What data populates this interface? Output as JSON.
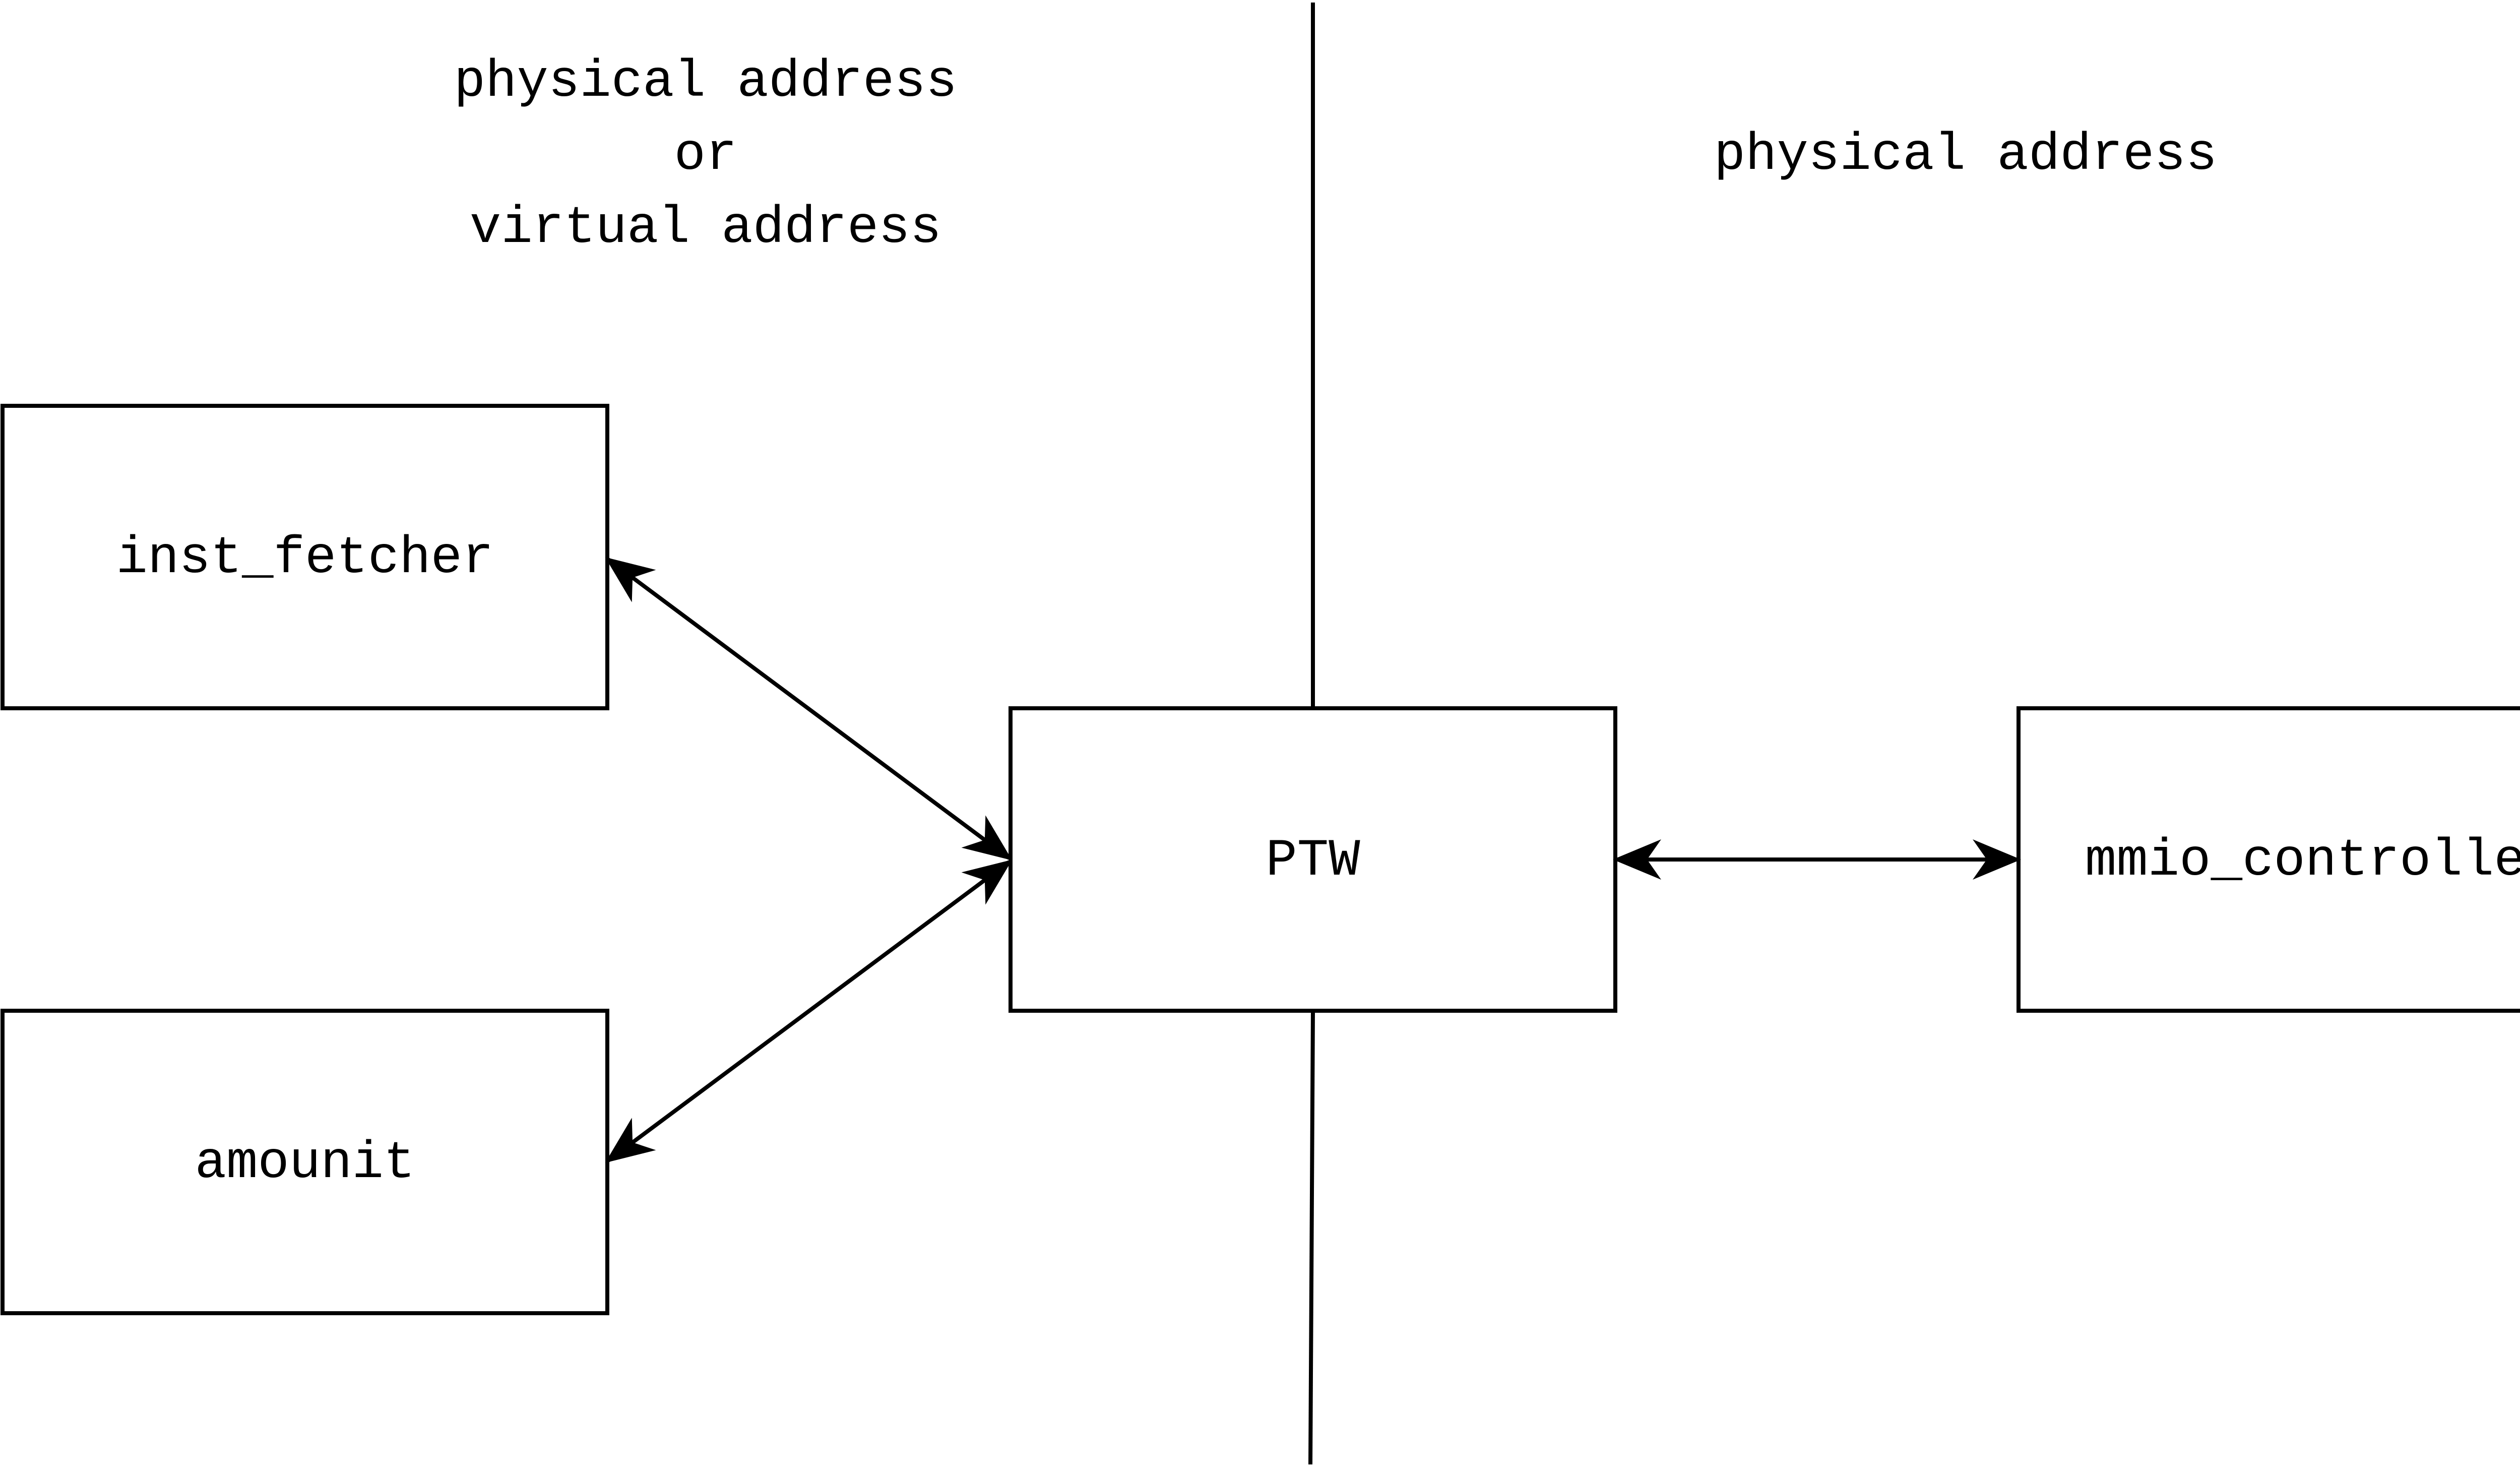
{
  "regions": {
    "left_line1": "physical address",
    "left_line2": "or",
    "left_line3": "virtual address",
    "right": "physical address"
  },
  "blocks": {
    "inst_fetcher": "inst_fetcher",
    "amounit": "amounit",
    "ptw": "PTW",
    "mmio_controller": "mmio_controller"
  },
  "connections": [
    {
      "from": "inst_fetcher",
      "to": "PTW",
      "direction": "bidirectional"
    },
    {
      "from": "amounit",
      "to": "PTW",
      "direction": "bidirectional"
    },
    {
      "from": "PTW",
      "to": "mmio_controller",
      "direction": "bidirectional"
    }
  ],
  "colors": {
    "stroke": "#000000",
    "background": "#ffffff"
  }
}
